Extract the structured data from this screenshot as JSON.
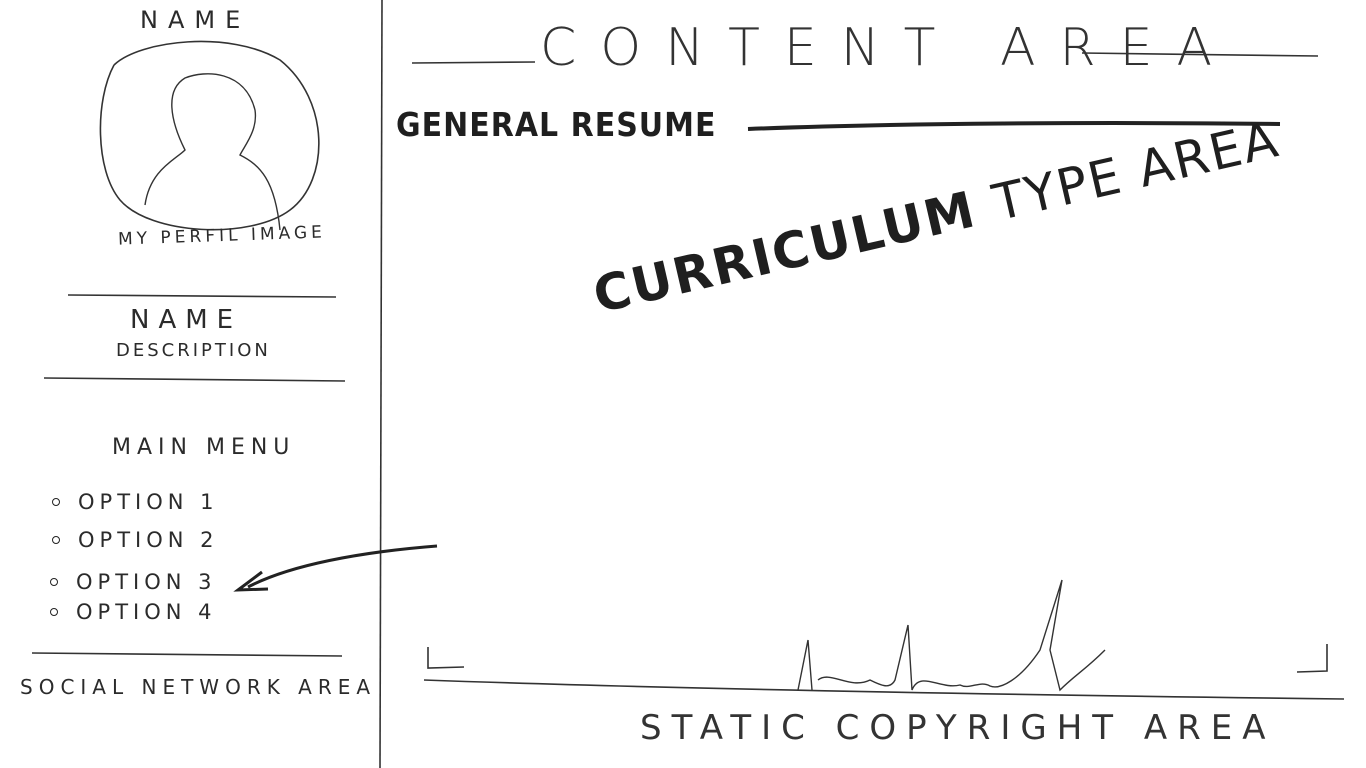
{
  "sidebar": {
    "name_top": "NAME",
    "avatar_caption": "MY PERFIL IMAGE",
    "profile_name": "NAME",
    "profile_description": "DESCRIPTION",
    "menu_title": "MAIN MENU",
    "menu_items": [
      {
        "label": "OPTION 1"
      },
      {
        "label": "OPTION 2"
      },
      {
        "label": "OPTION 3"
      },
      {
        "label": "OPTION 4"
      }
    ],
    "social_label": "SOCIAL NETWORK AREA"
  },
  "content": {
    "title": "CONTENT AREA",
    "section_heading": "GENERAL RESUME",
    "curriculum_line1": "CURRICULUM",
    "curriculum_line2": "TYPE AREA"
  },
  "footer": {
    "copyright": "STATIC COPYRIGHT AREA"
  }
}
